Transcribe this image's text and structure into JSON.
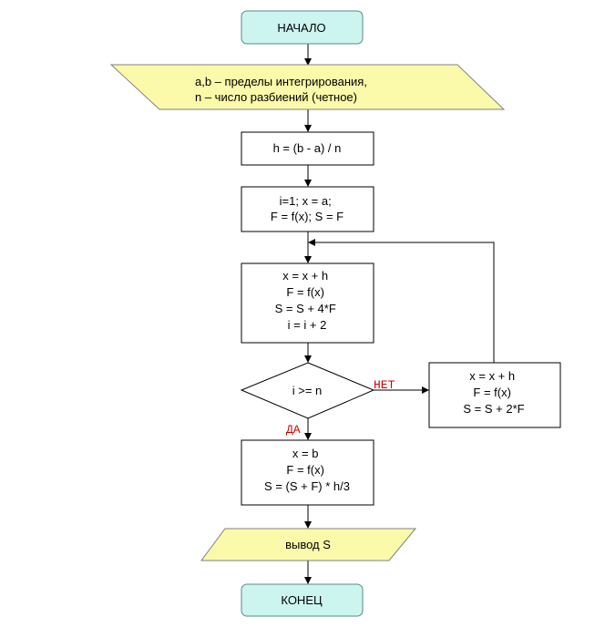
{
  "flowchart": {
    "start": {
      "label": "НАЧАЛО"
    },
    "input": {
      "lines": [
        "a,b – пределы интегрирования,",
        "n – число разбиений (четное)"
      ]
    },
    "step_h": {
      "lines": [
        "h = (b - a) / n"
      ]
    },
    "init": {
      "lines": [
        "i=1; x = a;",
        "F = f(x); S = F"
      ]
    },
    "loop_odd": {
      "lines": [
        "x = x + h",
        "F = f(x)",
        "S = S + 4*F",
        "i = i + 2"
      ]
    },
    "decision": {
      "label": "i >= n"
    },
    "loop_even": {
      "lines": [
        "x = x + h",
        "F = f(x)",
        "S = S + 2*F"
      ]
    },
    "final_calc": {
      "lines": [
        "x = b",
        "F = f(x)",
        "S = (S + F) * h/3"
      ]
    },
    "output": {
      "label": "вывод S"
    },
    "end": {
      "label": "КОНЕЦ"
    },
    "branch_no": "НЕТ",
    "branch_yes": "ДА"
  },
  "colors": {
    "terminal_fill": "#ccf5f0",
    "terminal_stroke": "#5a8a86",
    "io_fill": "#fafaaa",
    "io_stroke": "#808080",
    "box_stroke": "#000000",
    "arrow": "#000000",
    "branch_label": "#cc0000"
  }
}
